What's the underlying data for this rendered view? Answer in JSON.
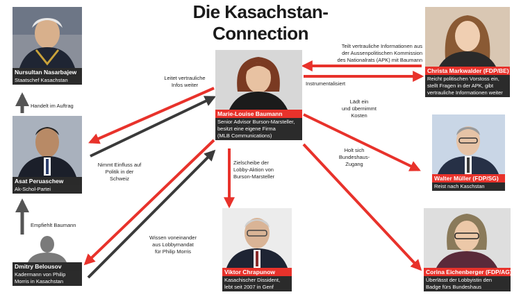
{
  "title": "Die Kasachstan-Connection",
  "persons": {
    "nasarbajew": {
      "name": "Nursultan Nasarbajew",
      "desc": [
        "Staatschef Kasachstan"
      ]
    },
    "peruaschew": {
      "name": "Asat Peruaschew",
      "desc": [
        "Ak-Schol-Partei"
      ]
    },
    "belousov": {
      "name": "Dmitry Belousov",
      "desc": [
        "Kadermann von Philip",
        "Morris in Kasachstan"
      ]
    },
    "baumann": {
      "name": "Marie-Louise Baumann",
      "desc": [
        "Senior Advisor Burson-Marsteller,",
        "besitzt eine eigene Firma",
        "(MLB Communications)"
      ]
    },
    "chrapunow": {
      "name": "Viktor Chrapunow",
      "desc": [
        "Kasachischer Dissident,",
        "lebt seit 2007 in Genf"
      ]
    },
    "markwalder": {
      "name": "Christa Markwalder (FDP/BE)",
      "desc": [
        "Reicht politischen Vorstoss ein,",
        "stellt Fragen in der APK, gibt",
        "vertrauliche Informationen weiter"
      ]
    },
    "mueller": {
      "name": "Walter Müller (FDP/SG)",
      "desc": [
        "Reist nach Kaschstan"
      ]
    },
    "eichenberger": {
      "name": "Corina Eichenberger (FDP/AG)",
      "desc": [
        "Überlässt der Lobbyistin den",
        "Badge fürs Bundeshaus"
      ]
    }
  },
  "labels": {
    "handelt": [
      "Handelt im Auftrag"
    ],
    "empfiehlt": [
      "Empfiehlt Baumann"
    ],
    "leitet": [
      "Leitet vertrauliche",
      "Infos weiter"
    ],
    "nimmt": [
      "Nimmt Einfluss auf",
      "Politik in der",
      "Schweiz"
    ],
    "wissen": [
      "Wissen voneinander",
      "aus Lobbymandat",
      "für Philip Morris"
    ],
    "zielscheibe": [
      "Zielscheibe der",
      "Lobby-Aktion von",
      "Burson-Marsteller"
    ],
    "teilt": [
      "Teilt vertrauliche  Informationen aus",
      "der Aussenpolitischen Kommission",
      "des Nationalrats (APK) mit Baumann"
    ],
    "instrumentalisiert": [
      "Instrumentalisiert"
    ],
    "laedt": [
      "Lädt ein",
      "und übernimmt",
      "Kosten"
    ],
    "holt": [
      "Holt sich",
      "Bundeshaus-",
      "Zugang"
    ]
  },
  "colors": {
    "red": "#e8322b",
    "dark": "#3a3a3a",
    "grey": "#555555"
  }
}
